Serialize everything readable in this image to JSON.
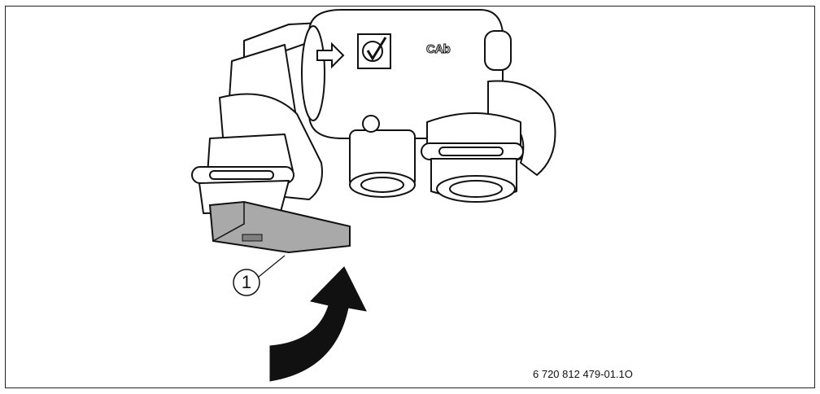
{
  "figure": {
    "callout_number": "1",
    "figure_id": "6 720 812 479-01.1O",
    "housing_brand": "CAb",
    "flow_arrow_label": "",
    "colors": {
      "line": "#111111",
      "part_gray": "#a9a9a9",
      "arrow": "#111111",
      "background": "#ffffff"
    }
  }
}
